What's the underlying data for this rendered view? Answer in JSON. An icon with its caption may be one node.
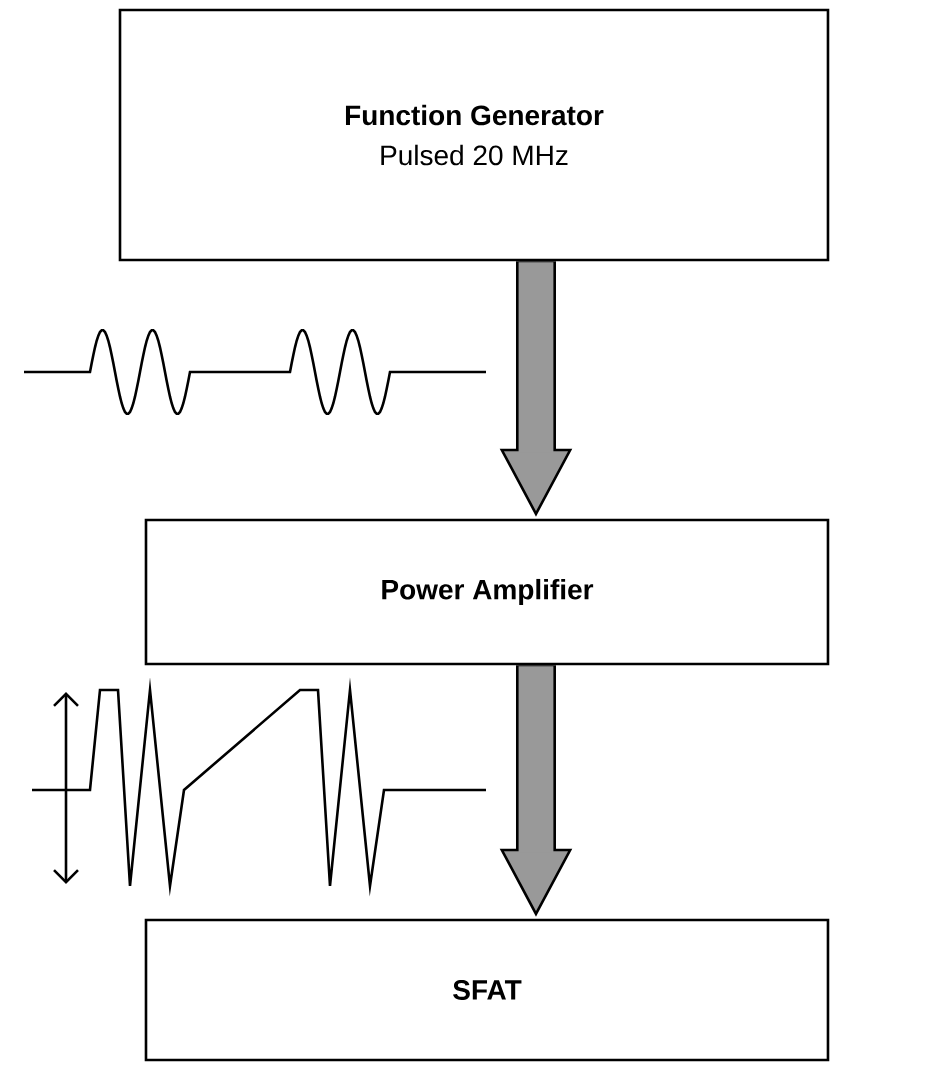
{
  "diagram": {
    "nodes": [
      {
        "text": [
          "Function Generator",
          "Pulsed 20 MHz"
        ]
      },
      {
        "text": [
          "Power Amplifier"
        ]
      },
      {
        "text": [
          "SFAT"
        ]
      }
    ],
    "edges": [
      {
        "from": 0,
        "to": 1,
        "arrow": "to"
      },
      {
        "from": 1,
        "to": 2,
        "arrow": "to"
      }
    ]
  }
}
